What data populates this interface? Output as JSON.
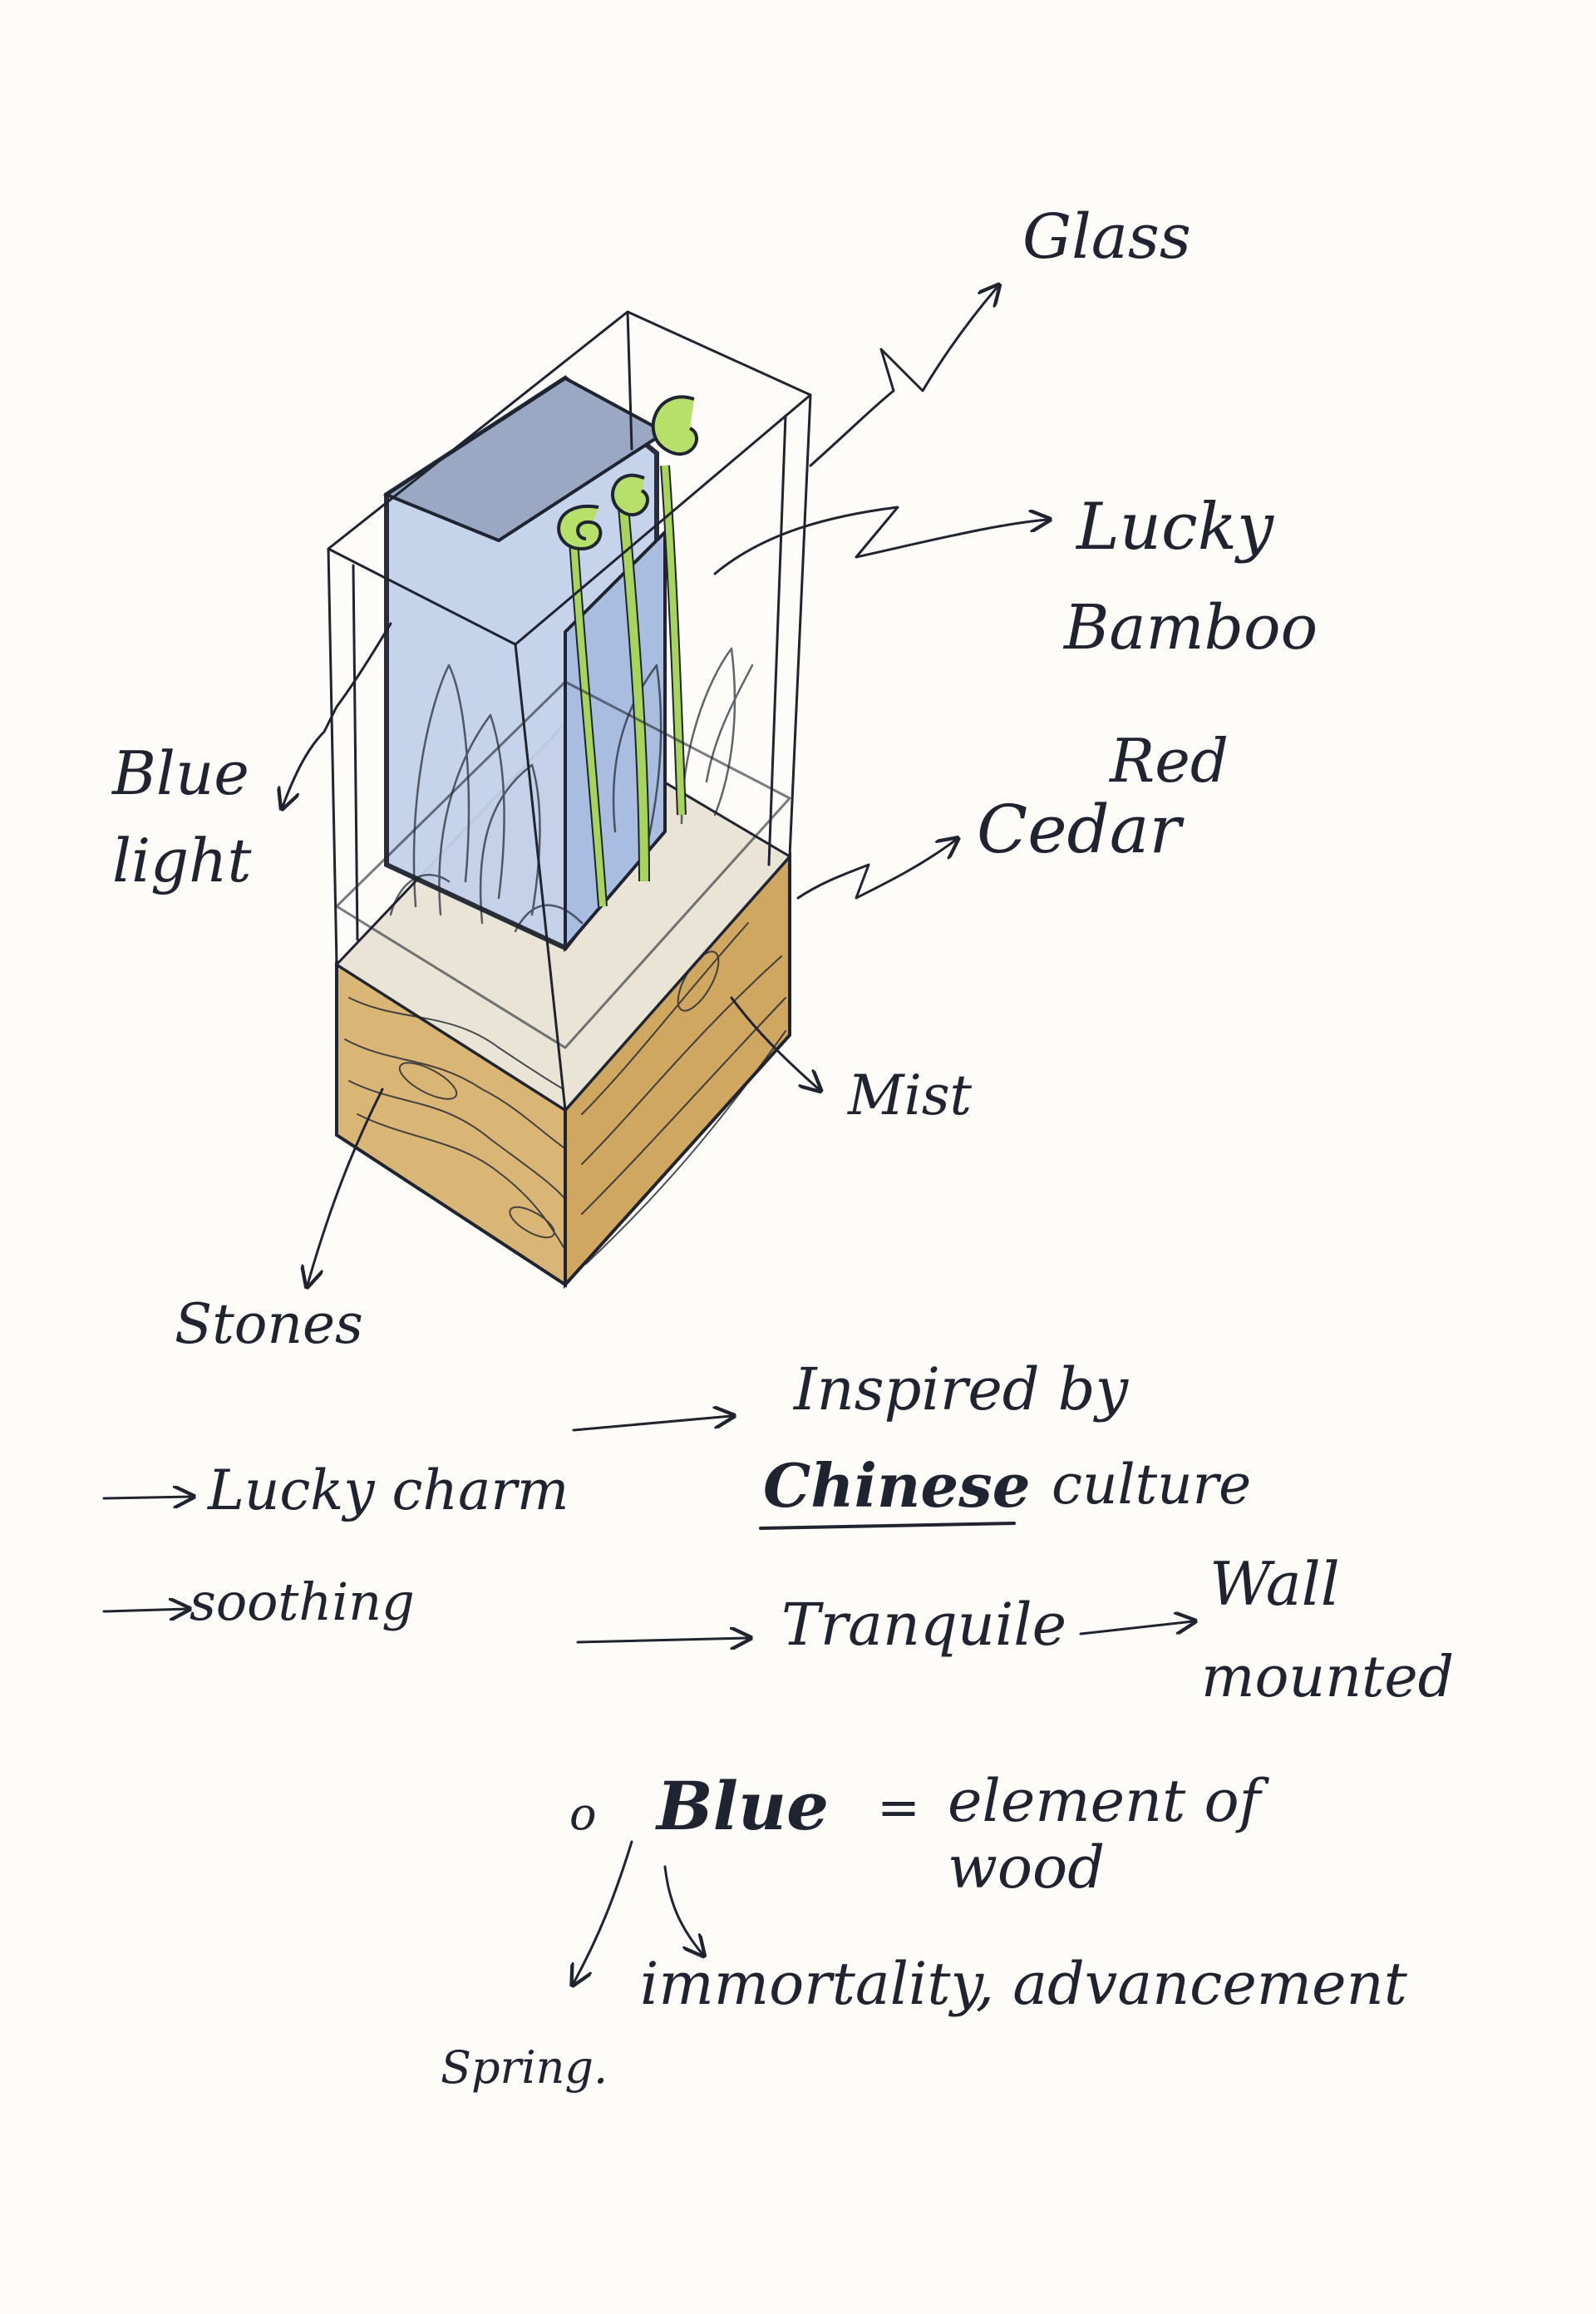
{
  "sketch": {
    "labels": {
      "glass": "Glass",
      "lucky": "Lucky",
      "bamboo": "Bamboo",
      "red": "Red",
      "cedar": "Cedar",
      "blue": "Blue",
      "light": "light",
      "mist": "Mist",
      "stones": "Stones"
    }
  },
  "notes": {
    "lucky_charm": "Lucky charm",
    "soothing": "soothing",
    "inspired_line1": "Inspired by",
    "chinese": "Chinese",
    "culture": "culture",
    "tranquile": "Tranquile",
    "wall": "Wall",
    "mounted": "mounted",
    "bullet": "o",
    "blue_word": "Blue",
    "equals": "=",
    "element_of": "element of",
    "wood": "wood",
    "immortality": "immortality, advancement",
    "spring": "Spring."
  },
  "colors": {
    "ink": "#1f2430",
    "glass_blue": "#b9c9e6",
    "wood": "#d2ae6a",
    "bamboo_green": "#a7d45b"
  }
}
